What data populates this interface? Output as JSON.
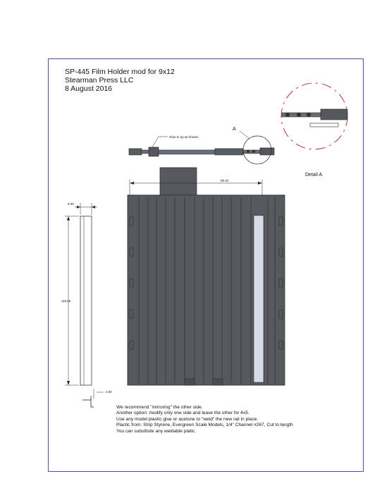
{
  "title": {
    "line1": "SP-445 Film Holder mod for 9x12",
    "line2": "Stearman Press LLC",
    "line3": "8 August 2016"
  },
  "labels": {
    "glue_callout": "Glue to up as shown.",
    "detail_marker": "A",
    "detail_caption": "Detail A",
    "dim_width": "99.42",
    "dim_thickness": "6.05",
    "dim_length": "115.00",
    "dim_small": "2.00"
  },
  "notes": [
    "We recommend \"mirroring\" the other side.",
    "Another option: modify only one side and leave the other for 4x5.",
    "Use any model plastic glue or acetone to \"weld\" the new rail in place.",
    "Plactic from: Strip Styrene, Evergreen Scale Models,  1/4\" Channel  #267, Cut to length",
    "You can substitute any weldable platic."
  ],
  "colors": {
    "frame_border": "#4a4fa0",
    "holder_body": "#565a5e",
    "holder_dark": "#3c3f43",
    "new_rail": "#d6dbe6",
    "detail_circle": "#b0202a"
  }
}
